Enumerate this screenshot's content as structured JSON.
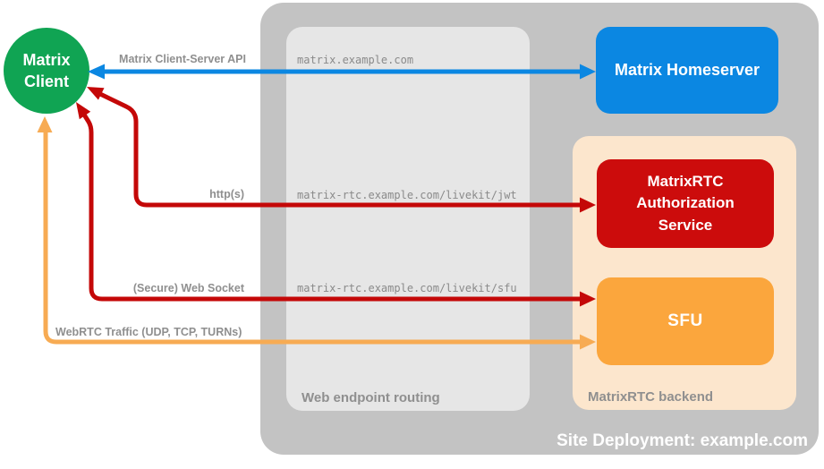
{
  "diagram_title": "Site Deployment: example.com",
  "colors": {
    "green": "#10a453",
    "blue": "#0b87e2",
    "red_box": "#cc0c0c",
    "red_arrow": "#c40808",
    "orange_box": "#fba63d",
    "orange_arrow": "#f7ab53",
    "peach": "#fce6cd",
    "outer_gray": "#c3c3c3",
    "inner_gray": "#e6e6e6",
    "label_gray": "#8f8f8f",
    "mono_gray": "#8a8a8a"
  },
  "nodes": {
    "matrix_client": {
      "line1": "Matrix",
      "line2": "Client"
    },
    "matrix_homeserver": {
      "label": "Matrix Homeserver"
    },
    "auth_service": {
      "line1": "MatrixRTC",
      "line2": "Authorization",
      "line3": "Service"
    },
    "sfu": {
      "label": "SFU"
    }
  },
  "containers": {
    "site_deployment": {
      "label": "Site Deployment: example.com"
    },
    "web_endpoint_routing": {
      "label": "Web endpoint routing"
    },
    "matrixrtc_backend": {
      "label": "MatrixRTC backend"
    }
  },
  "connections": [
    {
      "label": "Matrix Client-Server API",
      "route": "matrix.example.com",
      "from": "Matrix Client",
      "to": "Matrix Homeserver",
      "direction": "bidirectional",
      "color": "blue"
    },
    {
      "label": "http(s)",
      "route": "matrix-rtc.example.com/livekit/jwt",
      "from": "MatrixRTC Authorization Service",
      "to": "Matrix Client",
      "direction": "bidirectional",
      "color": "red"
    },
    {
      "label": "(Secure) Web Socket",
      "route": "matrix-rtc.example.com/livekit/sfu",
      "from": "SFU",
      "to": "Matrix Client",
      "direction": "bidirectional",
      "color": "red"
    },
    {
      "label": "WebRTC Traffic (UDP, TCP, TURNs)",
      "route": "",
      "from": "SFU",
      "to": "Matrix Client",
      "direction": "bidirectional",
      "color": "orange"
    }
  ]
}
